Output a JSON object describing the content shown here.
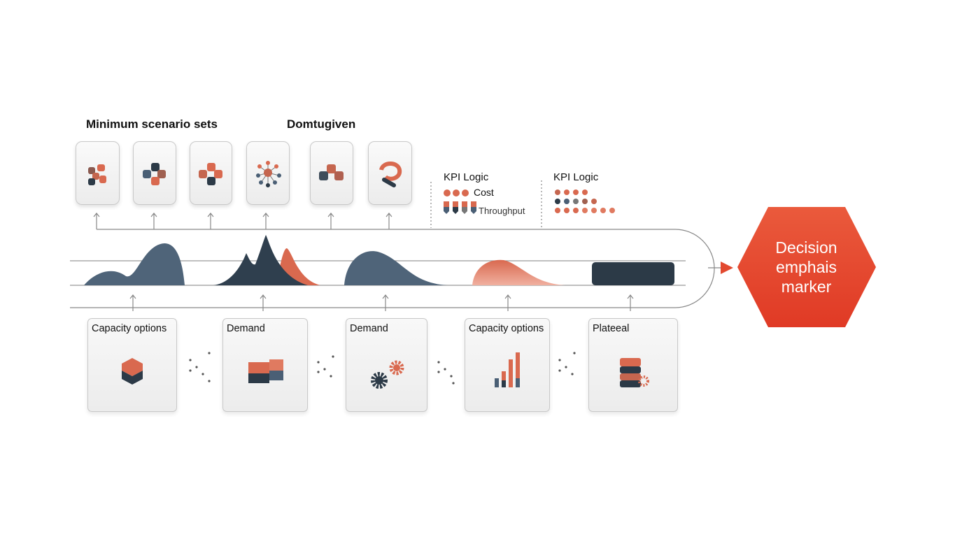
{
  "top_headings": {
    "left": "Minimum scenario sets",
    "right": "Domtugiven"
  },
  "kpi_left": {
    "title": "KPI Logic",
    "cost": "Cost",
    "throughput": "Throughput"
  },
  "kpi_right": {
    "title": "KPI Logic"
  },
  "decision": {
    "line1": "Decision",
    "line2": "emphais",
    "line3": "marker"
  },
  "bottom_cards": [
    {
      "label": "Capacity options"
    },
    {
      "label": "Demand"
    },
    {
      "label": "Demand"
    },
    {
      "label": "Capacity options"
    },
    {
      "label": "Plateeal"
    }
  ],
  "colors": {
    "accent": "#e2492f",
    "coral": "#d9694f",
    "slate": "#4a5f75",
    "dark": "#2c3a47"
  }
}
